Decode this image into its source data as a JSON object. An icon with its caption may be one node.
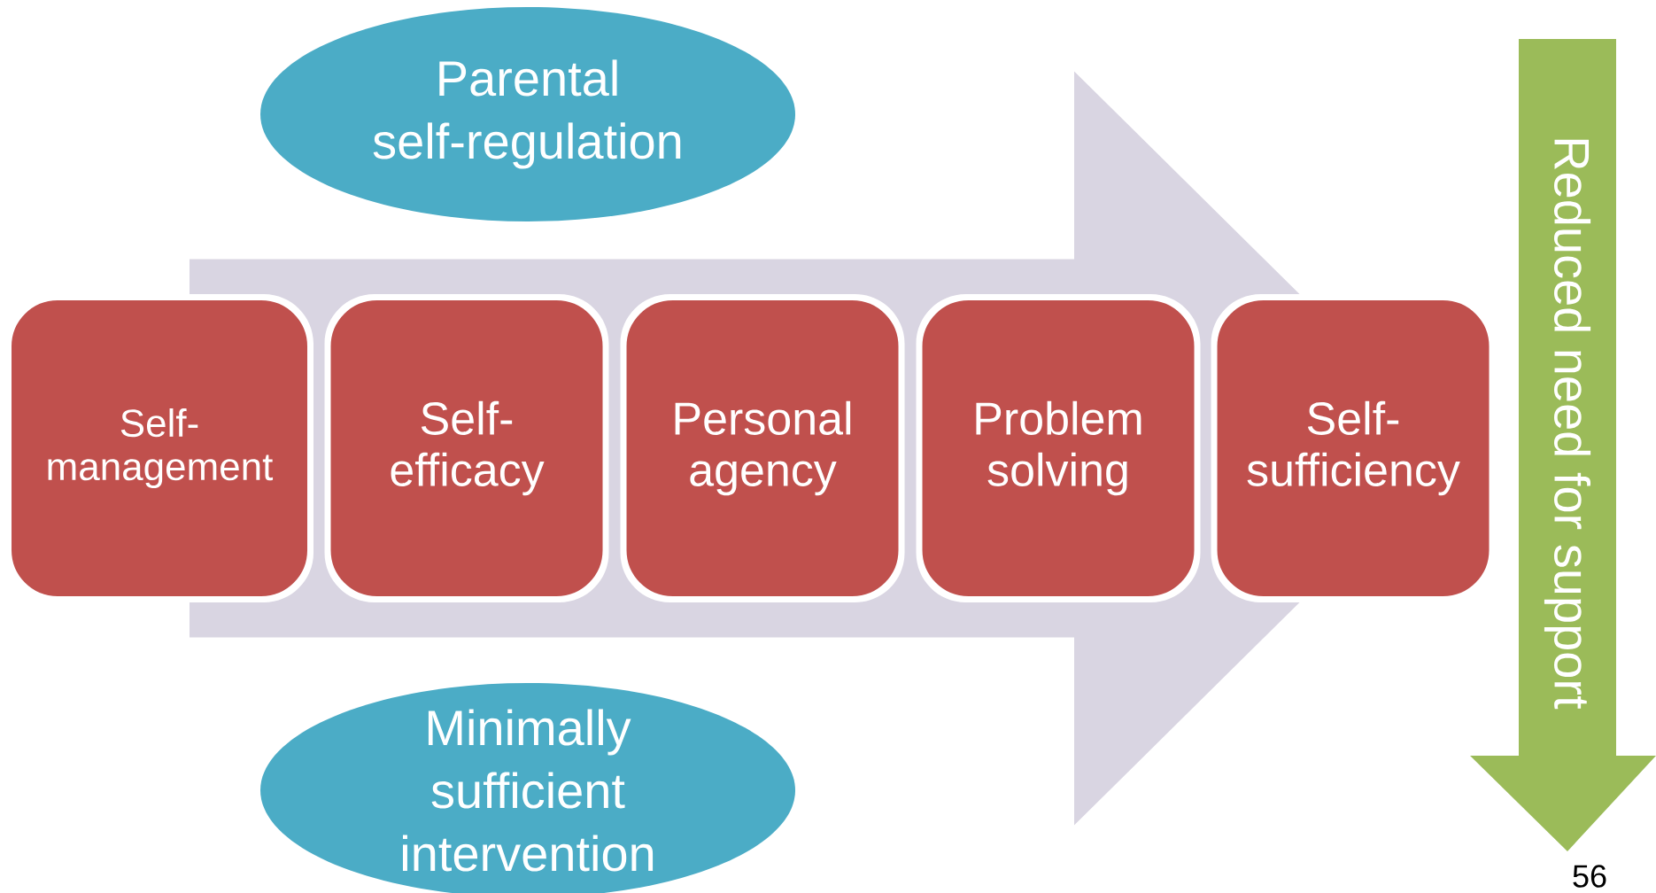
{
  "diagram": {
    "nodes": [
      {
        "text": [
          "Parental self-regulation"
        ]
      },
      {
        "text": [
          "Self-management"
        ]
      },
      {
        "text": [
          "Self-efficacy"
        ]
      },
      {
        "text": [
          "Personal agency"
        ]
      },
      {
        "text": [
          "Problem solving"
        ]
      },
      {
        "text": [
          "Self-sufficiency"
        ]
      },
      {
        "text": [
          "Minimally sufficient intervention"
        ]
      },
      {
        "text": [
          "Reduced need for support"
        ]
      }
    ],
    "edges": [
      {
        "from": 1,
        "to": 5,
        "arrow": "to"
      }
    ],
    "labels": [
      "56"
    ]
  }
}
